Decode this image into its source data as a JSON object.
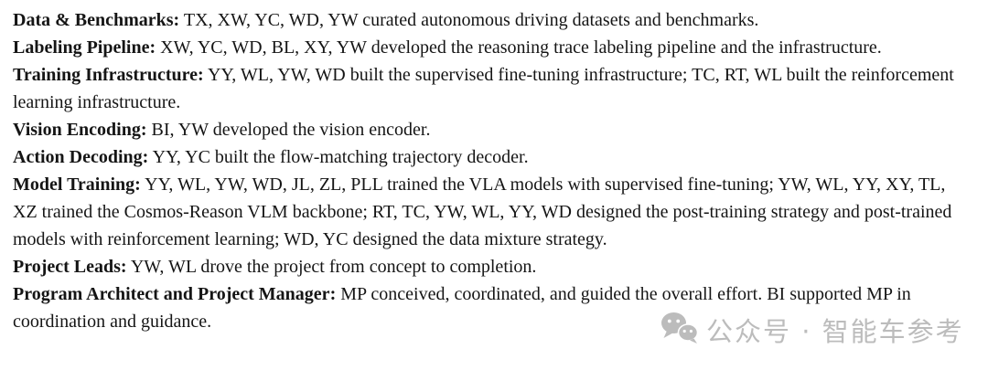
{
  "page": {
    "background": "#ffffff",
    "text_color": "#151515"
  },
  "contributions": {
    "paragraphs": [
      {
        "label": "Data & Benchmarks:",
        "text": "TX, XW, YC, WD, YW curated autonomous driving datasets and benchmarks."
      },
      {
        "label": "Labeling Pipeline:",
        "text": "XW, YC, WD, BL, XY, YW developed the reasoning trace labeling pipeline and the infrastructure."
      },
      {
        "label": "Training Infrastructure:",
        "text": "YY, WL, YW, WD built the supervised fine-tuning infrastructure; TC, RT, WL built the reinforcement learning infrastructure."
      },
      {
        "label": "Vision Encoding:",
        "text": "BI, YW developed the vision encoder."
      },
      {
        "label": "Action Decoding:",
        "text": "YY, YC built the flow-matching trajectory decoder."
      },
      {
        "label": "Model Training:",
        "text": "YY, WL, YW, WD, JL, ZL, PLL trained the VLA models with supervised fine-tuning; YW, WL, YY, XY, TL, XZ trained the Cosmos-Reason VLM backbone; RT, TC, YW, WL, YY, WD designed the post-training strategy and post-trained models with reinforcement learning; WD, YC designed the data mixture strategy."
      },
      {
        "label": "Project Leads:",
        "text": "YW, WL drove the project from concept to completion."
      },
      {
        "label": "Program Architect and Project Manager:",
        "text": "MP conceived, coordinated, and guided the overall effort. BI supported MP in coordination and guidance."
      }
    ]
  },
  "watermark": {
    "icon": "wechat-icon",
    "text": "公众号 · 智能车参考",
    "color": "#878787"
  }
}
